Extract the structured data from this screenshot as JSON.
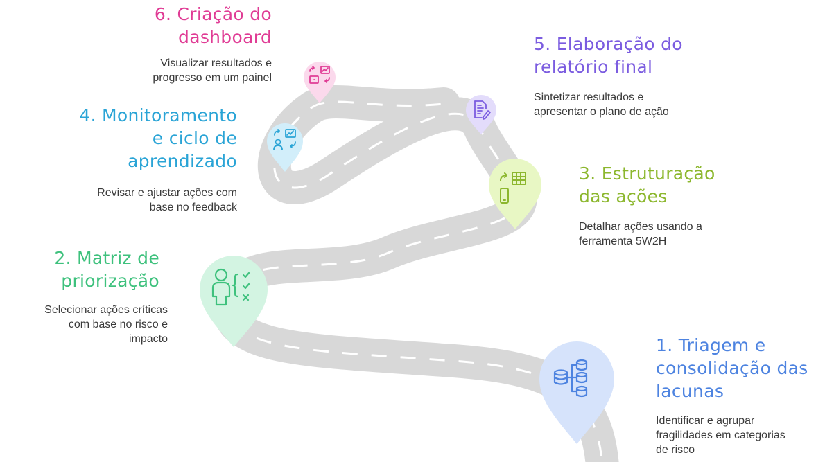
{
  "colors": {
    "road": "#d8d8d8",
    "dash": "#ffffff",
    "pink": "#e03c95",
    "violet": "#7b5ce0",
    "cyan": "#2aa4d6",
    "lime": "#8cb72e",
    "green": "#3ec17d",
    "blue": "#4d83e0"
  },
  "steps": [
    {
      "number": "1",
      "title": "1. Triagem e consolidação das lacunas",
      "title_lines": [
        "1. Triagem e",
        "consolidação das",
        "lacunas"
      ],
      "description_lines": [
        "Identificar e agrupar",
        "fragilidades em categorias",
        "de risco"
      ],
      "icon": "database-hierarchy-icon",
      "color": "#4d83e0",
      "pin_fill": "#d6e3fb"
    },
    {
      "number": "2",
      "title": "2. Matriz de priorização",
      "title_lines": [
        "2. Matriz de",
        "priorização"
      ],
      "description_lines": [
        "Selecionar ações críticas",
        "com base no risco e",
        "impacto"
      ],
      "icon": "person-checklist-icon",
      "color": "#3ec17d",
      "pin_fill": "#d3f4e2"
    },
    {
      "number": "3",
      "title": "3. Estruturação das ações",
      "title_lines": [
        "3. Estruturação",
        "das ações"
      ],
      "description_lines": [
        "Detalhar ações usando a",
        "ferramenta 5W2H"
      ],
      "icon": "phone-table-icon",
      "color": "#8cb72e",
      "pin_fill": "#e8f7c4"
    },
    {
      "number": "4",
      "title": "4. Monitoramento e ciclo de aprendizado",
      "title_lines": [
        "4. Monitoramento",
        "e ciclo de",
        "aprendizado"
      ],
      "description_lines": [
        "Revisar e ajustar ações com",
        "base no feedback"
      ],
      "icon": "person-presentation-icon",
      "color": "#2aa4d6",
      "pin_fill": "#d2eefa"
    },
    {
      "number": "5",
      "title": "5. Elaboração do relatório final",
      "title_lines": [
        "5. Elaboração do",
        "relatório final"
      ],
      "description_lines": [
        "Sintetizar resultados e",
        "apresentar o plano de ação"
      ],
      "icon": "document-edit-icon",
      "color": "#7b5ce0",
      "pin_fill": "#e3dcfb"
    },
    {
      "number": "6",
      "title": "6. Criação do dashboard",
      "title_lines": [
        "6. Criação do",
        "dashboard"
      ],
      "description_lines": [
        "Visualizar resultados e",
        "progresso em um painel"
      ],
      "icon": "dashboard-exchange-icon",
      "color": "#e03c95",
      "pin_fill": "#fbd9ec"
    }
  ]
}
